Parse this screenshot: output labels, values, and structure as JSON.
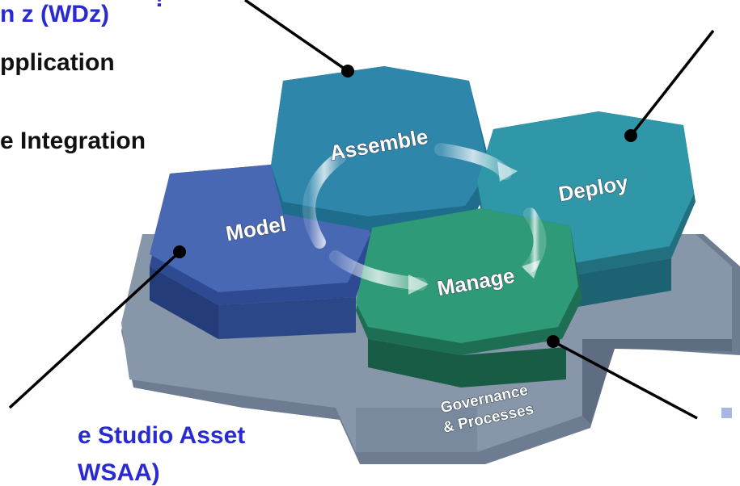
{
  "labels": {
    "wdz": "n z (WDz)",
    "wdz_tick": "!",
    "application": "pplication",
    "integration": "e Integration",
    "wsaa_line1": "e Studio Asset",
    "wsaa_line2": "WSAA)"
  },
  "hexagons": {
    "assemble": "Assemble",
    "deploy": "Deploy",
    "model": "Model",
    "manage": "Manage"
  },
  "base": {
    "line1": "Governance",
    "line2": "& Processes"
  },
  "colors": {
    "label_blue": "#2a2ad2",
    "assemble": "#2e86ab",
    "deploy": "#2f97a8",
    "model": "#4968b4",
    "manage": "#2e9a78",
    "base": "#8796a8",
    "bullet": "#a9b6e3"
  }
}
